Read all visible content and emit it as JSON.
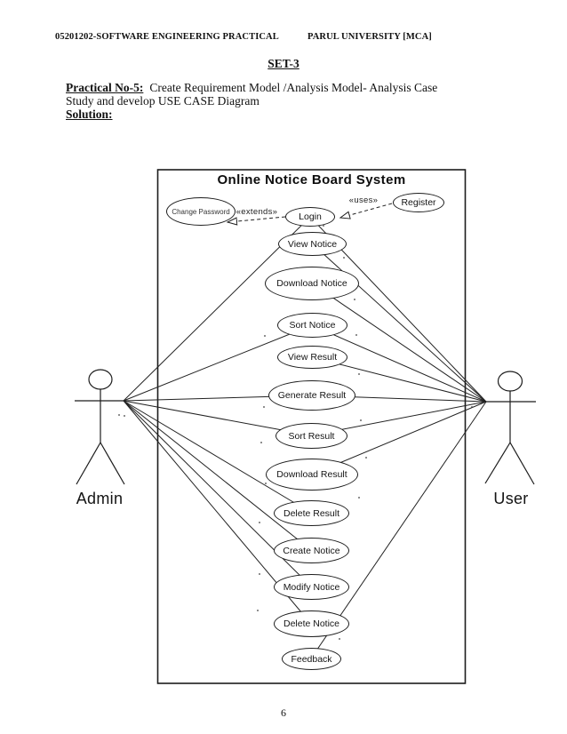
{
  "header": {
    "left": "05201202-SOFTWARE ENGINEERING PRACTICAL",
    "right": "PARUL UNIVERSITY [MCA]",
    "set_title": "SET-3"
  },
  "practical": {
    "label": "Practical No-5:",
    "line1": "Create Requirement Model /Analysis Model- Analysis Case",
    "line2": "Study and develop USE CASE Diagram",
    "solution_label": "Solution:"
  },
  "diagram": {
    "title": "Online Notice Board System",
    "actors": {
      "left": "Admin",
      "right": "User"
    },
    "stereotypes": {
      "uses": "«uses»",
      "extends": "«extends»"
    },
    "use_cases": {
      "change_password": "Change Password",
      "register": "Register",
      "login": "Login",
      "view_notice": "View Notice",
      "download_notice": "Download Notice",
      "sort_notice": "Sort Notice",
      "view_result": "View Result",
      "generate_result": "Generate Result",
      "sort_result": "Sort Result",
      "download_result": "Download Result",
      "delete_result": "Delete Result",
      "create_notice": "Create Notice",
      "modify_notice": "Modify Notice",
      "delete_notice": "Delete Notice",
      "feedback": "Feedback"
    },
    "relationships": {
      "admin_associations": [
        "login",
        "sort_notice",
        "generate_result",
        "sort_result",
        "delete_result",
        "create_notice",
        "modify_notice",
        "delete_notice"
      ],
      "user_associations": [
        "login",
        "view_notice",
        "download_notice",
        "sort_notice",
        "view_result",
        "generate_result",
        "sort_result",
        "download_result",
        "feedback"
      ],
      "uses_arrow": {
        "from": "register",
        "to": "login"
      },
      "extends_arrow": {
        "from": "login",
        "to": "change_password"
      }
    },
    "colors": {
      "ink": "#1c1c1c",
      "background": "#ffffff"
    }
  },
  "page": {
    "number": "6"
  }
}
